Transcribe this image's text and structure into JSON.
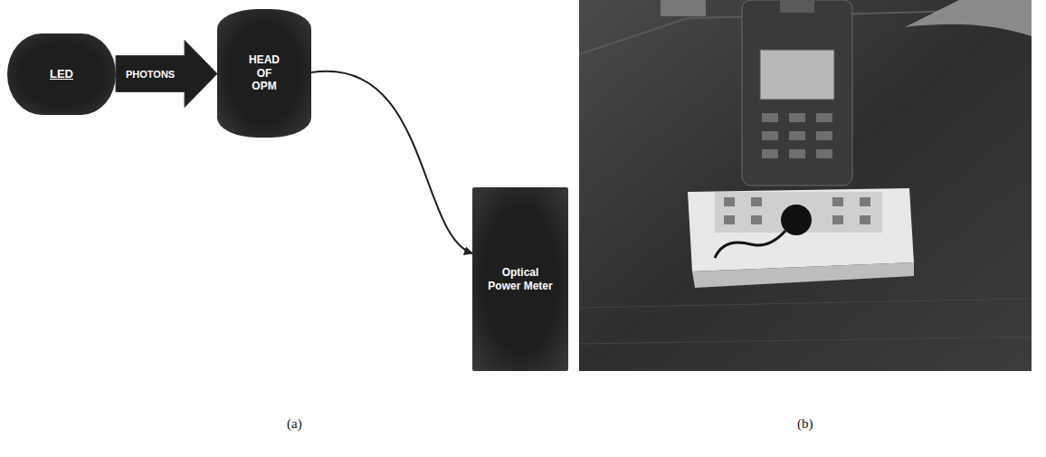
{
  "diagram": {
    "nodes": [
      {
        "text": [
          "LED"
        ]
      },
      {
        "text": [
          "HEAD OF OPM"
        ]
      },
      {
        "text": [
          "Optical Power Meter"
        ]
      }
    ],
    "edges": [
      {
        "from": 0,
        "to": 1,
        "arrow": "to",
        "label": "PHOTONS"
      },
      {
        "from": 1,
        "to": 2,
        "arrow": "to"
      }
    ],
    "labels": [
      "(a)",
      "(b)"
    ]
  }
}
